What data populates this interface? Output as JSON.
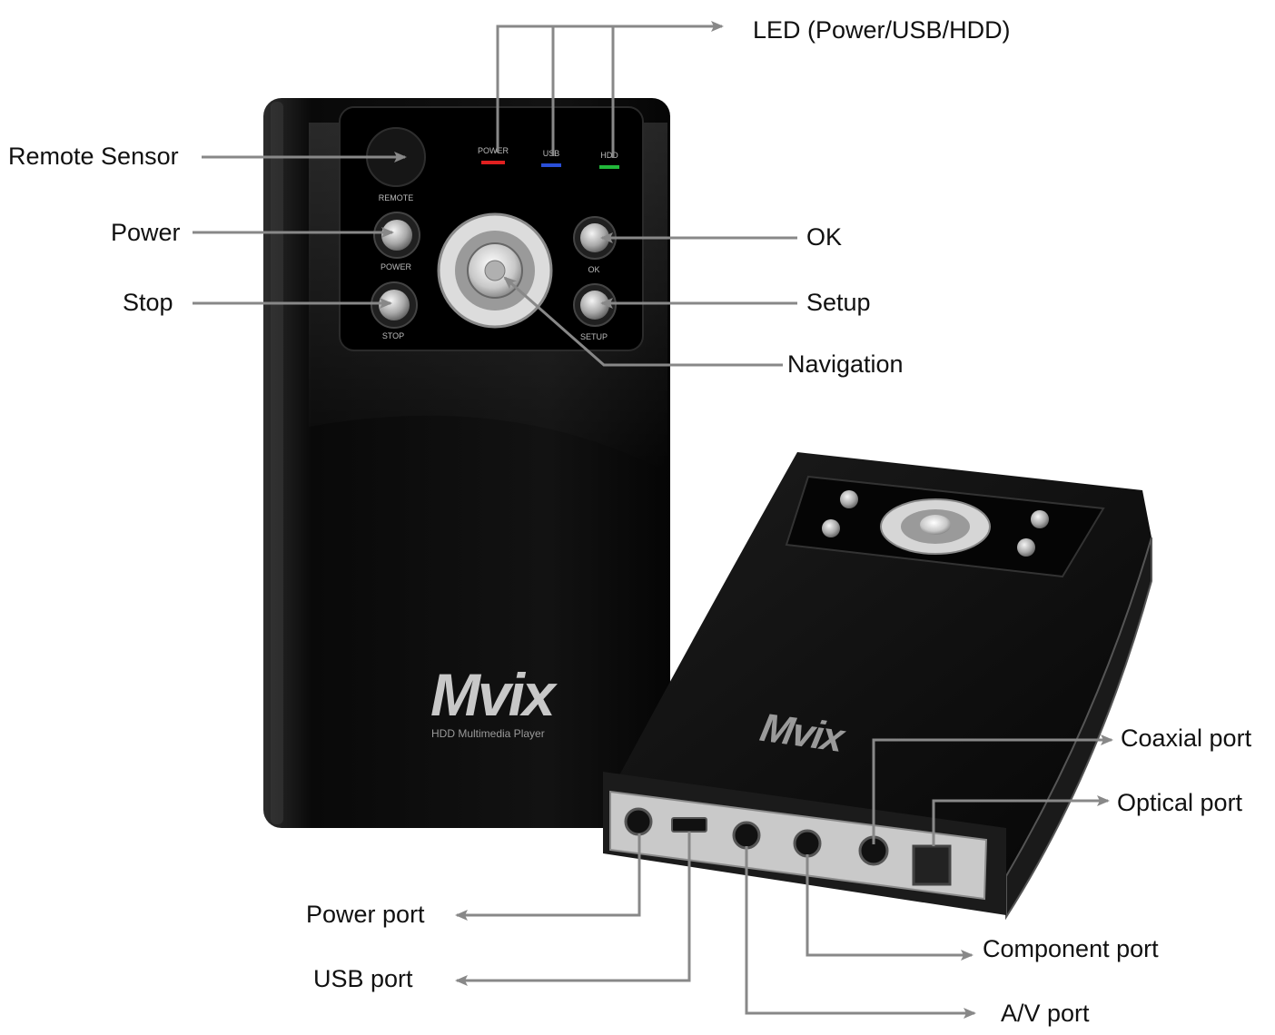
{
  "callouts": {
    "led": "LED (Power/USB/HDD)",
    "remote_sensor": "Remote Sensor",
    "power": "Power",
    "stop": "Stop",
    "ok": "OK",
    "setup": "Setup",
    "navigation": "Navigation",
    "coaxial_port": "Coaxial port",
    "optical_port": "Optical port",
    "power_port": "Power port",
    "usb_port": "USB port",
    "component_port": "Component port",
    "av_port": "A/V port"
  },
  "device": {
    "brand": "Mvix",
    "tagline": "HDD Multimedia Player",
    "panel_labels": {
      "remote": "REMOTE",
      "power": "POWER",
      "stop": "STOP",
      "ok": "OK",
      "setup": "SETUP",
      "led_power": "POWER",
      "led_usb": "USB",
      "led_hdd": "HDD"
    }
  },
  "colors": {
    "led_power": "#e02020",
    "led_usb": "#2a4fd8",
    "led_hdd": "#22b83a",
    "device_body": "#0d0d0d",
    "leader_line": "#888888"
  }
}
